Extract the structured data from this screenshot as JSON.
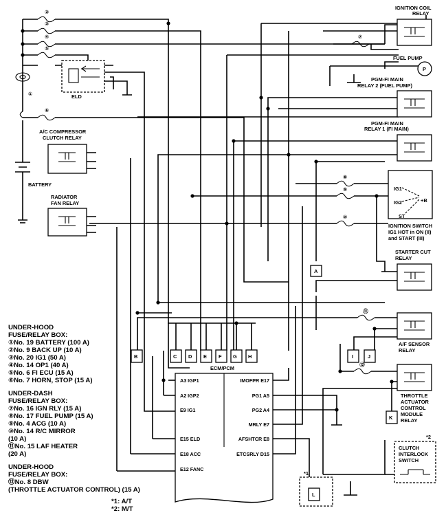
{
  "components": {
    "ignition_coil_relay": [
      "IGNITION COIL",
      "RELAY"
    ],
    "fuel_pump": "FUEL PUMP",
    "fuel_pump_symbol": "P",
    "pgm_fi_main_relay_2": [
      "PGM-FI MAIN",
      "RELAY 2 (FUEL PUMP)"
    ],
    "pgm_fi_main_relay_1": [
      "PGM-FI MAIN",
      "RELAY 1 (FI MAIN)"
    ],
    "ignition_switch_terminals": {
      "ig1": "IG1",
      "ig2": "IG2",
      "st": "ST",
      "b": "+B"
    },
    "ignition_switch": [
      "IGNITION SWITCH",
      "IG1 HOT in ON (II)",
      "and START (III)"
    ],
    "starter_cut_relay": [
      "STARTER CUT",
      "RELAY"
    ],
    "af_sensor_relay": [
      "A/F SENSOR",
      "RELAY"
    ],
    "throttle_relay": [
      "THROTTLE",
      "ACTUATOR",
      "CONTROL",
      "MODULE",
      "RELAY"
    ],
    "clutch_interlock_switch": [
      "CLUTCH",
      "INTERLOCK",
      "SWITCH"
    ],
    "clutch_note": "*2",
    "elsewhere_note": "*1",
    "elsewhere_connector": "L",
    "eld": "ELD",
    "ac_compressor_relay": [
      "A/C COMPRESSOR",
      "CLUTCH RELAY"
    ],
    "battery": "BATTERY",
    "radiator_fan_relay": [
      "RADIATOR",
      "FAN RELAY"
    ],
    "connector_a": "A",
    "connector_k": "K"
  },
  "fuses": [
    "②",
    "③",
    "④",
    "⑤",
    "①",
    "⑥",
    "⑦",
    "⑧",
    "⑨",
    "⑩",
    "⑪",
    "⑫"
  ],
  "connectors_row": [
    "B",
    "C",
    "D",
    "E",
    "F",
    "G",
    "H",
    "I",
    "J"
  ],
  "ecm": {
    "title": "ECM/PCM",
    "left_pins": [
      "A3 IGP1",
      "A2 IGP2",
      "E9 IG1",
      "E15 ELD",
      "E18 ACC",
      "E12 FANC"
    ],
    "right_pins": [
      "IMOFPR E17",
      "PG1 A5",
      "PG2 A4",
      "MRLY E7",
      "AFSHTCR E8",
      "ETCSRLY D15"
    ]
  },
  "legend": {
    "under_hood_title": [
      "UNDER-HOOD",
      "FUSE/RELAY BOX:"
    ],
    "under_hood_items": [
      "①No. 19 BATTERY (100 A)",
      "②No. 9 BACK UP (10 A)",
      "③No. 20 IG1 (50 A)",
      "④No. 14 OP1 (40 A)",
      "⑤No. 6 FI ECU (15 A)",
      "⑥No. 7 HORN, STOP (15 A)"
    ],
    "under_dash_title": [
      "UNDER-DASH",
      "FUSE/RELAY BOX:"
    ],
    "under_dash_items": [
      "⑦No. 16 IGN RLY (15 A)",
      "⑧No. 17 FUEL PUMP (15 A)",
      "⑨No. 4 ACG (10 A)",
      "⑩No. 14 R/C MIRROR",
      "(10 A)",
      "⑪No. 15 LAF HEATER",
      "(20 A)"
    ],
    "under_hood2_title": [
      "UNDER-HOOD",
      "FUSE/RELAY BOX:"
    ],
    "under_hood2_items": [
      "⑫No. 8 DBW",
      "(THROTTLE ACTUATOR CONTROL) (15 A)"
    ],
    "notes": [
      "*1: A/T",
      "*2: M/T"
    ]
  }
}
